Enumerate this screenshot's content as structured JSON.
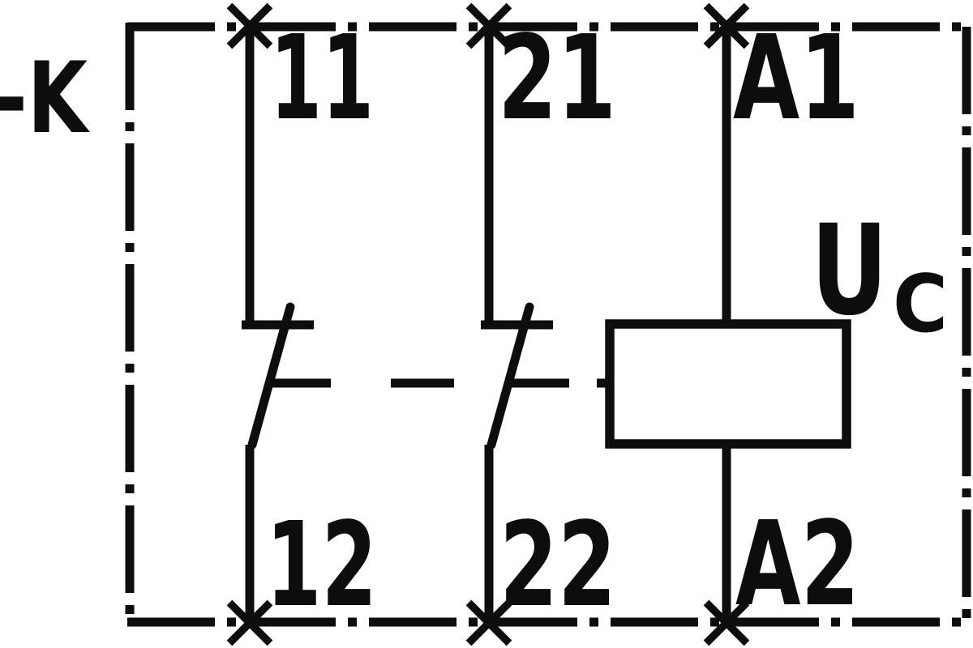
{
  "schematic": {
    "kind": "relay-contactor-symbol",
    "reference_designator": "-K",
    "contacts": [
      {
        "id": "contact-1",
        "type": "NC break contact",
        "terminal_top": "11",
        "terminal_bottom": "12"
      },
      {
        "id": "contact-2",
        "type": "NC break contact",
        "terminal_top": "21",
        "terminal_bottom": "22"
      }
    ],
    "coil": {
      "terminal_top": "A1",
      "terminal_bottom": "A2",
      "voltage_symbol": "U",
      "voltage_subscript": "C"
    },
    "icons": {
      "terminal_marker": "x-cross",
      "boundary_style": "dash-dot"
    },
    "colors": {
      "ink": "#0d0d0d",
      "background": "#ffffff"
    }
  }
}
